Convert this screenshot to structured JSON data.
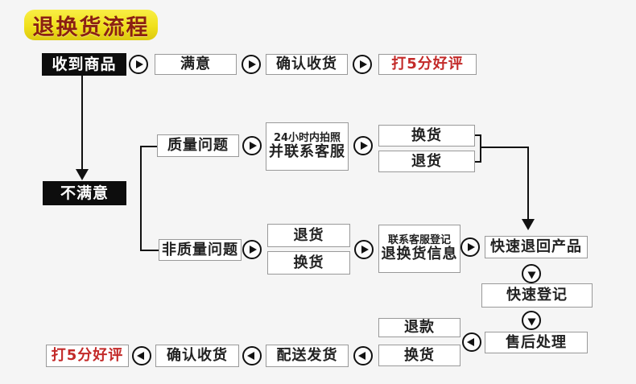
{
  "title": {
    "text": "退换货流程"
  },
  "colors": {
    "background": "#f5f5f5",
    "title_bg": "#f0e01a",
    "title_text": "#8b2012",
    "box_bg": "#ffffff",
    "box_border": "#999999",
    "black_box_bg": "#0d0d0d",
    "black_box_text": "#ffffff",
    "text": "#222222",
    "accent_red": "#c32a29",
    "connector": "#111111"
  },
  "icons": {
    "arrow_right": "right-arrow-in-circle",
    "arrow_left": "left-arrow-in-circle",
    "arrow_down": "down-arrow-in-circle"
  },
  "flow": {
    "row1": {
      "received": "收到商品",
      "satisfied": "满意",
      "confirm_receipt": "确认收货",
      "five_star": "打5分好评"
    },
    "unsatisfied": "不满意",
    "quality": {
      "issue": "质量问题",
      "photo_line1": "24小时内拍照",
      "photo_line2": "并联系客服",
      "exchange": "换货",
      "return": "退货"
    },
    "nonquality": {
      "issue": "非质量问题",
      "return": "退货",
      "exchange": "换货",
      "contact_line1": "联系客服登记",
      "contact_line2": "退换货信息",
      "fast_return": "快速退回产品"
    },
    "right_column": {
      "fast_register": "快速登记",
      "aftersale": "售后处理"
    },
    "bottom": {
      "refund": "退款",
      "exchange": "换货",
      "delivery": "配送发货",
      "confirm_receipt": "确认收货",
      "five_star": "打5分好评"
    }
  }
}
